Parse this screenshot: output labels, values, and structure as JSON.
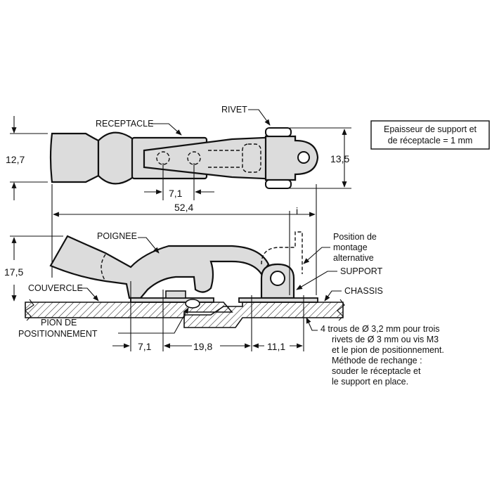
{
  "labels": {
    "receptacle": "RECEPTACLE",
    "rivet": "RIVET",
    "poignee": "POIGNEE",
    "couvercle": "COUVERCLE",
    "pion_line1": "PION DE",
    "pion_line2": "POSITIONNEMENT",
    "support": "SUPPORT",
    "chassis": "CHASSIS",
    "position_line1": "Position de",
    "position_line2": "montage",
    "position_line3": "alternative",
    "i_mark": "i"
  },
  "dimensions": {
    "height_receptacle": "12,7",
    "height_rivet": "13,5",
    "hole_spacing": "7,1",
    "overall_length": "52,4",
    "height_handle": "17,5",
    "bottom_a": "7,1",
    "bottom_b": "19,8",
    "bottom_c": "11,1"
  },
  "thickness_note": {
    "line1": "Epaisseur de support et",
    "line2": "de réceptacle = 1 mm"
  },
  "holes_note": {
    "line1": "4 trous de Ø 3,2 mm pour trois",
    "line2": "rivets de Ø 3 mm ou vis M3",
    "line3": "et le pion de positionnement.",
    "line4": "Méthode de rechange :",
    "line5": "souder le réceptacle et",
    "line6": "le support en place."
  }
}
